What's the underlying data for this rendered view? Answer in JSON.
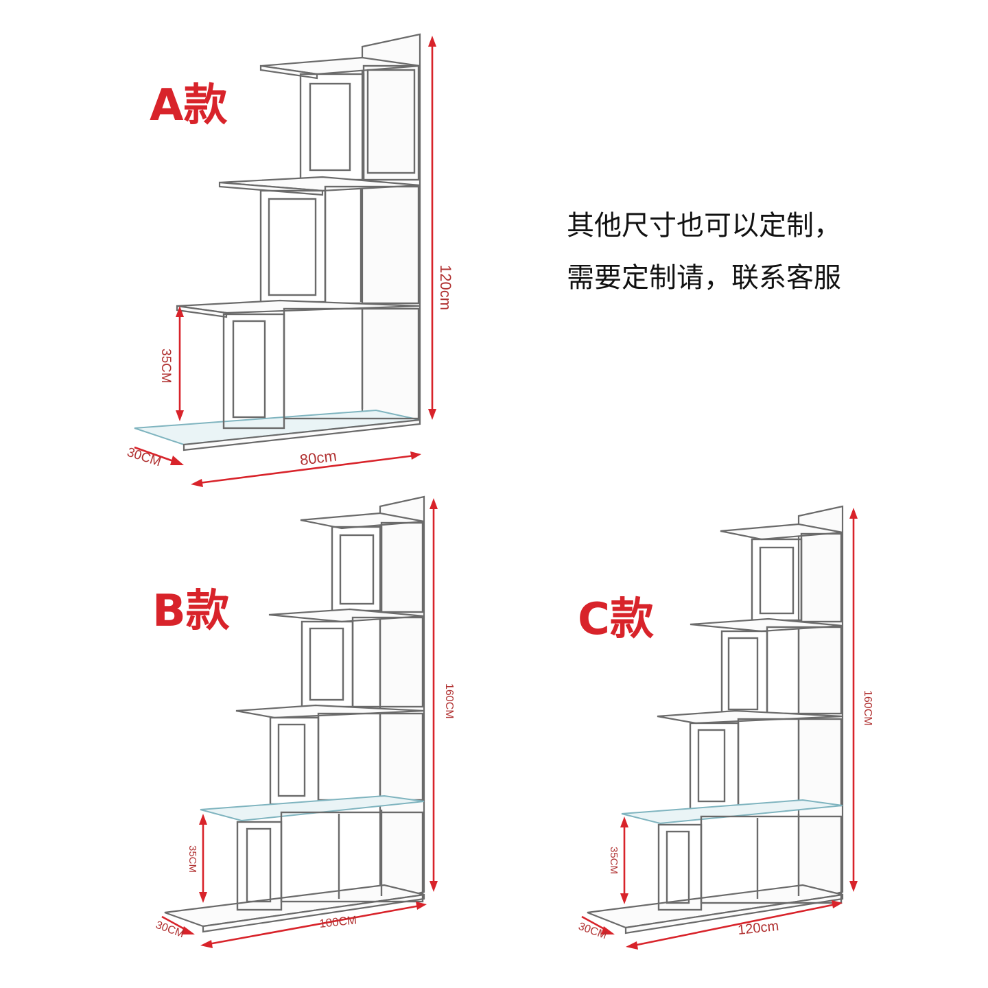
{
  "note": {
    "line1": "其他尺寸也可以定制，",
    "line2": "需要定制请，联系客服"
  },
  "models": [
    {
      "label": "A款",
      "height": "120cm",
      "shelf_gap": "35CM",
      "depth": "30CM",
      "width": "80cm",
      "tiers": 3
    },
    {
      "label": "B款",
      "height": "160CM",
      "shelf_gap": "35CM",
      "depth": "30CM",
      "width": "100CM",
      "tiers": 4
    },
    {
      "label": "C款",
      "height": "160CM",
      "shelf_gap": "35CM",
      "depth": "30CM",
      "width": "120cm",
      "tiers": 4
    }
  ],
  "colors": {
    "label": "#d8232a",
    "dimension": "#d8232a",
    "frame": "#6a6a6a",
    "glass": "#7fb4bf"
  }
}
